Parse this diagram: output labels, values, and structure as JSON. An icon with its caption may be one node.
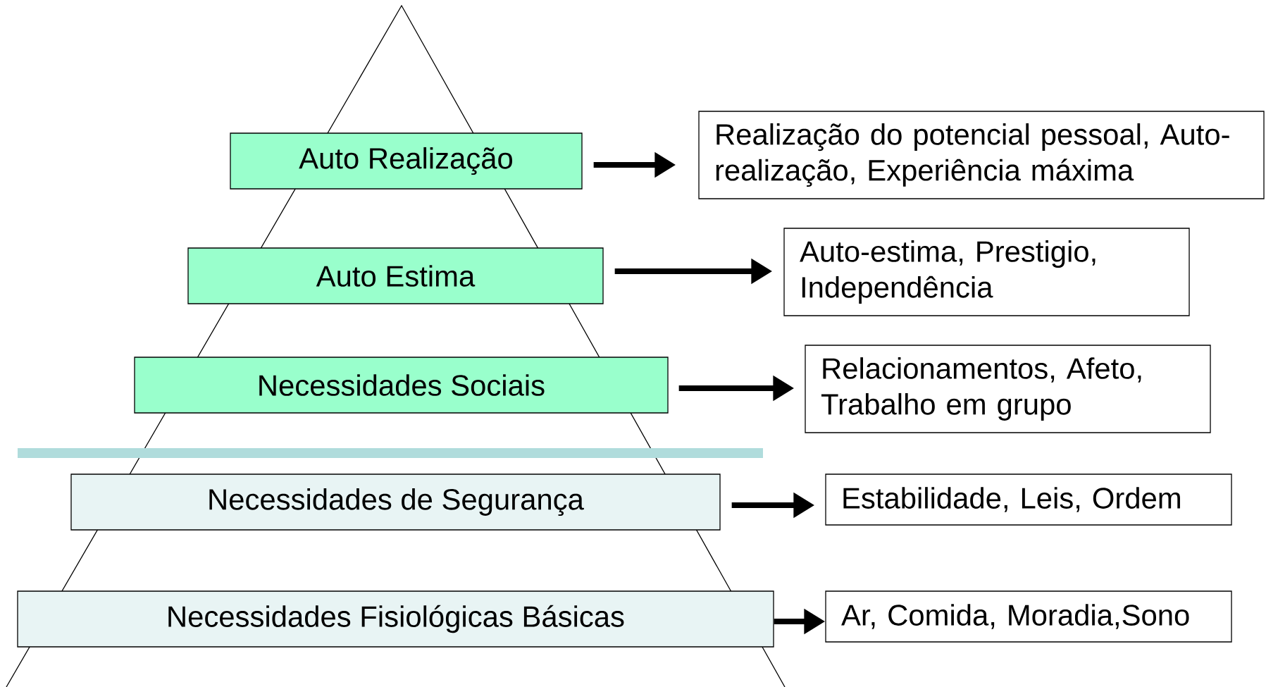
{
  "diagram": {
    "nodes": [
      {
        "text": [
          "Auto Realização"
        ]
      },
      {
        "text": [
          "Realização do potencial pessoal, Auto-realização, Experiência máxima"
        ]
      },
      {
        "text": [
          "Auto Estima"
        ]
      },
      {
        "text": [
          "Auto-estima, Prestigio, Independência"
        ]
      },
      {
        "text": [
          "Necessidades Sociais"
        ]
      },
      {
        "text": [
          "Relacionamentos, Afeto, Trabalho em grupo"
        ]
      },
      {
        "text": [
          "Necessidades de Segurança"
        ]
      },
      {
        "text": [
          "Estabilidade, Leis, Ordem"
        ]
      },
      {
        "text": [
          "Necessidades Fisiológicas Básicas"
        ]
      },
      {
        "text": [
          "Ar, Comida, Moradia,Sono"
        ]
      }
    ],
    "edges": [
      {
        "from": 0,
        "to": 1,
        "arrow": "to"
      },
      {
        "from": 2,
        "to": 3,
        "arrow": "to"
      },
      {
        "from": 4,
        "to": 5,
        "arrow": "to"
      },
      {
        "from": 6,
        "to": 7,
        "arrow": "to"
      },
      {
        "from": 8,
        "to": 9,
        "arrow": "to"
      }
    ]
  }
}
